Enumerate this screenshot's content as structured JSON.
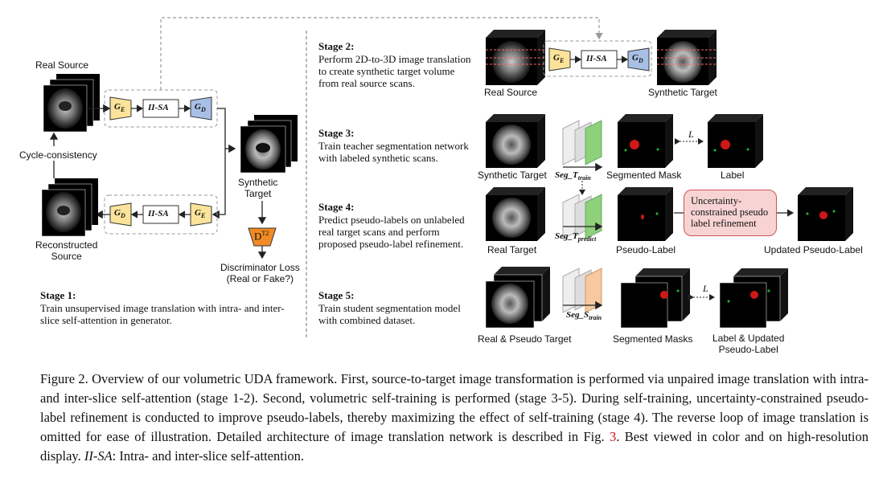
{
  "stage1": {
    "real_source": "Real Source",
    "cycle": "Cycle-consistency",
    "recon_line1": "Reconstructed",
    "recon_line2": "Source",
    "synthetic_line1": "Synthetic",
    "synthetic_line2": "Target",
    "disc_line1": "Discriminator Loss",
    "disc_line2": "(Real or Fake?)",
    "title": "Stage 1:",
    "text": "Train unsupervised image translation with intra- and inter-slice self-attention in generator."
  },
  "blocks": {
    "ge_main": "G",
    "ge_sub": "E",
    "gd_main": "G",
    "gd_sub": "D",
    "iisa": "II-SA",
    "disc_main": "D",
    "disc_sup": "T2"
  },
  "stage2": {
    "title": "Stage 2:",
    "text": "Perform 2D-to-3D image translation to create synthetic target volume from real source scans.",
    "real_source": "Real Source",
    "synthetic_target": "Synthetic Target"
  },
  "stage3": {
    "title": "Stage 3:",
    "text": "Train teacher segmentation network with labeled synthetic scans.",
    "synthetic_target": "Synthetic Target",
    "seg_main": "Seg_T",
    "seg_sub": "train",
    "segmented_mask": "Segmented Mask",
    "label": "Label",
    "loss": "L"
  },
  "stage4": {
    "title": "Stage 4:",
    "text": "Predict pseudo-labels on unlabeled real target scans and perform proposed pseudo-label refinement.",
    "real_target": "Real Target",
    "seg_main": "Seg_T",
    "seg_sub": "predict",
    "pseudo_label": "Pseudo-Label",
    "refine_text": "Uncertainty-constrained pseudo label refinement",
    "updated": "Updated Pseudo-Label"
  },
  "stage5": {
    "title": "Stage 5:",
    "text": "Train student segmentation model with combined dataset.",
    "real_pseudo": "Real & Pseudo Target",
    "seg_main": "Seg_S",
    "seg_sub": "train",
    "segmented_masks": "Segmented Masks",
    "label_line1": "Label & Updated",
    "label_line2": "Pseudo-Label",
    "loss": "L"
  },
  "caption": {
    "part1": "Figure 2. Overview of our volumetric UDA framework. First, source-to-target image transformation is performed via unpaired image translation with intra- and inter-slice self-attention (stage 1-2). Second, volumetric self-training is performed (stage 3-5). During self-training, uncertainty-constrained pseudo-label refinement is conducted to improve pseudo-labels, thereby maximizing the effect of self-training (stage 4). The reverse loop of image translation is omitted for ease of illustration. Detailed architecture of image translation network is described in Fig.",
    "fig_ref": "3",
    "part2": ". Best viewed in color and on high-resolution display.",
    "abbr": "II-SA",
    "part3": ": Intra- and inter-slice self-attention."
  },
  "colors": {
    "encoder": "#fbe39a",
    "decoder": "#a9c0e6",
    "discriminator": "#f08a24",
    "refine_fill": "#f8d3d3",
    "mask_red": "#d01818",
    "mask_green": "#22bb33",
    "seg_green": "#8fd07a",
    "seg_orange": "#f7c9a0",
    "ref_red": "#d01010"
  }
}
